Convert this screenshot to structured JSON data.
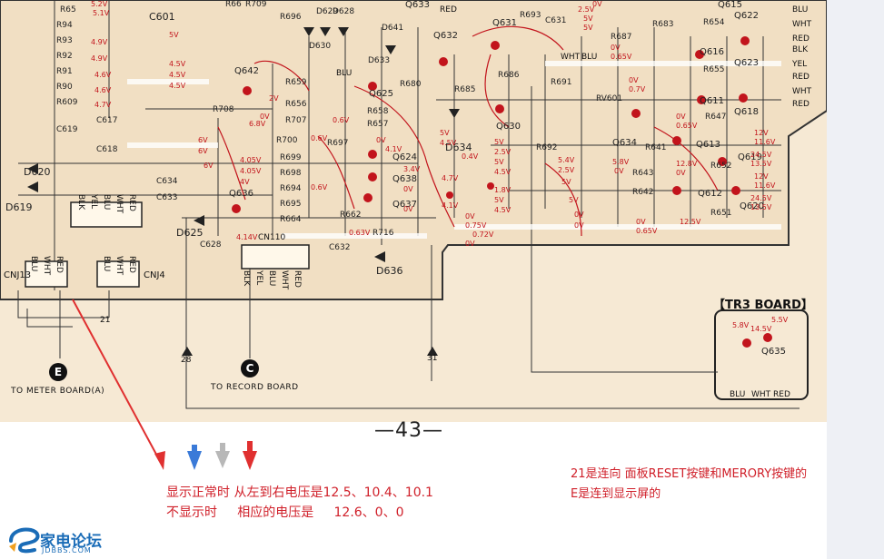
{
  "schematic": {
    "page_number": "—43—",
    "board_title": "【TR3 BOARD】",
    "connectors": {
      "e_label": "E",
      "e_caption": "TO METER BOARD(A)",
      "c_label": "C",
      "c_caption": "TO RECORD BOARD",
      "cnj13": "CNJ13",
      "cnj4": "CNJ4",
      "cnj10": "CN110",
      "cnj13_pins": [
        "BLU",
        "WHT",
        "RED"
      ],
      "cnj4_pins": [
        "BLU",
        "WHT",
        "RED"
      ],
      "cnj10_pins": [
        "BLK",
        "YEL",
        "BLU",
        "WHT",
        "RED"
      ],
      "left_pins": [
        "BLK",
        "YEL",
        "BLU",
        "WHT",
        "RED"
      ],
      "right_pins": [
        "BLU",
        "WHT",
        "RED",
        "BLK",
        "YEL",
        "RED",
        "WHT",
        "RED"
      ],
      "tr3_pins": [
        "BLU",
        "WHT",
        "RED"
      ],
      "wire_labels": [
        "21",
        "28",
        "31"
      ]
    },
    "components": {
      "resistors_left": [
        "R65",
        "R94",
        "R93",
        "R92",
        "R91",
        "R90",
        "R609"
      ],
      "caps_left": [
        "C601",
        "C617",
        "C618",
        "C619",
        "C634",
        "C633",
        "C628"
      ],
      "diodes": [
        "D620",
        "D619",
        "D625",
        "D630",
        "D629",
        "D628",
        "D641",
        "D633",
        "D634",
        "D636"
      ],
      "transistors": [
        "Q642",
        "Q625",
        "Q633",
        "Q632",
        "Q631",
        "Q630",
        "Q634",
        "Q624",
        "Q638",
        "Q636",
        "Q637",
        "Q615",
        "Q622",
        "Q616",
        "Q623",
        "Q611",
        "Q618",
        "Q613",
        "Q619",
        "Q612",
        "Q620",
        "Q635"
      ],
      "resistors_mid": [
        "R66",
        "R709",
        "R696",
        "R659",
        "R656",
        "R707",
        "R708",
        "R700",
        "R699",
        "R698",
        "R694",
        "R695",
        "R664",
        "R697",
        "R658",
        "R657",
        "R662",
        "R716",
        "R680",
        "R686",
        "R685",
        "R693",
        "R691",
        "RV601",
        "R692",
        "R641",
        "R643",
        "R642",
        "R687",
        "R683",
        "R654",
        "R655",
        "R647",
        "R652",
        "R651"
      ],
      "other_caps": [
        "C632",
        "C631"
      ],
      "color_labels": [
        "BLU",
        "RED",
        "WHT",
        "BLU"
      ]
    },
    "voltages": {
      "left_column": [
        "5.2V",
        "5.1V",
        "4.9V",
        "4.9V",
        "4.6V",
        "4.6V",
        "4.7V"
      ],
      "c601_group": [
        "5V",
        "4.5V",
        "4.5V",
        "4.5V",
        "6V"
      ],
      "q642_group": [
        "2V",
        "0V",
        "6.8V",
        "6V"
      ],
      "q636_group": [
        "4.05V",
        "4.05V",
        "4V",
        "4.14V",
        "6V"
      ],
      "mid_group": [
        "0.6V",
        "0.6V",
        "0V",
        "0.6V",
        "0.63V"
      ],
      "q624_group": [
        "4.1V",
        "3.4V",
        "0V",
        "0V"
      ],
      "q634_group": [
        "5V",
        "4.5V",
        "0.4V",
        "4.7V",
        "4.1V",
        "0V"
      ],
      "bottom_mid": [
        "0.75V",
        "0.72V",
        "0V"
      ],
      "q630_group": [
        "5V",
        "2.5V",
        "5V",
        "4.5V",
        "1.8V",
        "5V",
        "4.5V"
      ],
      "right_mid": [
        "5.4V",
        "2.5V",
        "5V",
        "5V",
        "0V",
        "0V"
      ],
      "q634_right": [
        "5.8V",
        "0V"
      ],
      "top_right": [
        "0V",
        "2.5V",
        "5V",
        "5V",
        "0V",
        "0.65V",
        "0V",
        "0.7V",
        "0V",
        "0.65V"
      ],
      "q612_group": [
        "12.8V",
        "0V",
        "0V",
        "0.65V",
        "12.5V"
      ],
      "far_right": [
        "12V",
        "11.6V",
        "24.5V",
        "13.5V",
        "12V",
        "11.6V",
        "24.5V",
        "13.5V"
      ],
      "tr3": [
        "5.8V",
        "14.5V",
        "5.5V"
      ]
    }
  },
  "annotations": {
    "arrows": [
      {
        "name": "blue-arrow",
        "color": "#3a7ad8"
      },
      {
        "name": "gray-arrow",
        "color": "#b8b8b8"
      },
      {
        "name": "red-arrow",
        "color": "#e03030"
      }
    ],
    "note_left_line1": "显示正常时 从左到右电压是12.5、10.4、10.1",
    "note_left_line2": "不显示时     相应的电压是     12.6、0、0",
    "note_right_line1": "21是连向 面板RESET按键和MERORY按键的",
    "note_right_line2": "E是连到显示屏的"
  },
  "watermark": {
    "name": "家电论坛",
    "domain": "JDBBS.COM"
  },
  "colors": {
    "board": "#f6e9d4",
    "trace": "#ffffff",
    "trace_outline": "#2a2a2a",
    "voltage": "#c2141c",
    "note": "#d0202a"
  }
}
